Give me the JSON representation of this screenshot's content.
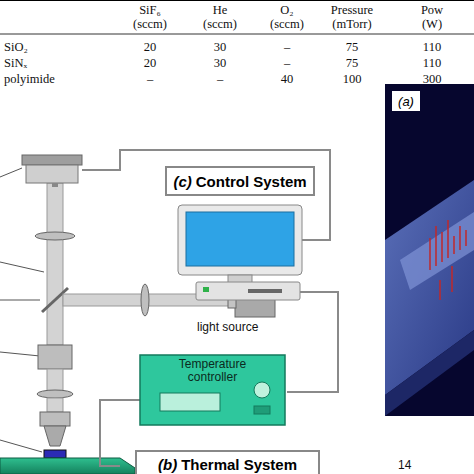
{
  "diagram": {
    "nodes": [
      {
        "text": [
          "(c)",
          "Control System"
        ]
      },
      {
        "text": [
          "Temperature controller"
        ]
      },
      {
        "text": [
          "(b)",
          "Thermal System"
        ]
      },
      {
        "text": [
          "(a)"
        ]
      }
    ],
    "labels": [
      "SiF₆",
      "(sccm)",
      "He",
      "(sccm)",
      "O₂",
      "(sccm)",
      "Pressure",
      "(mTorr)",
      "Pow",
      "(W)",
      "SiO₂",
      "20",
      "30",
      "–",
      "75",
      "110",
      "SiNₓ",
      "20",
      "30",
      "–",
      "75",
      "110",
      "polyimide",
      "–",
      "–",
      "40",
      "100",
      "300",
      "light source",
      "14"
    ]
  }
}
